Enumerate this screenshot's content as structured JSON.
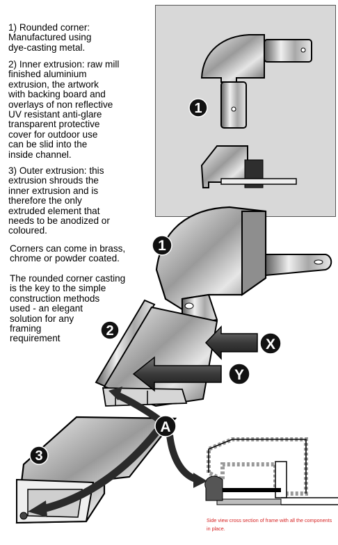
{
  "text": {
    "item1": "1) Rounded corner:\n    Manufactured using\n    dye-casting metal.",
    "item2": "2) Inner extrusion: raw mill\n    finished aluminium\n    extrusion, the artwork\n    with backing board and\n    overlays of non reflective\n    UV resistant anti-glare\n    transparent protective\n    cover for outdoor use\n    can be slid into the\n    inside channel.",
    "item3": "3) Outer extrusion: this\n    extrusion shrouds the\n    inner extrusion and is\n    therefore the only\n    extruded element that\n    needs to be anodized or\n    coloured.",
    "corners": "Corners can come in brass,\nchrome or powder coated.",
    "casting": "The rounded corner casting\nis the key to the simple\nconstruction methods\nused - an elegant\nsolution for any\nframing\nrequirement"
  },
  "callouts": {
    "one_inset": "1",
    "one_main": "1",
    "two": "2",
    "three": "3",
    "x": "X",
    "y": "Y",
    "a": "A"
  },
  "caption": "Side view cross section of frame with all the components in place.",
  "colors": {
    "caption": "#d62020",
    "inset_bg": "#d8d8d8",
    "callout_fill": "#111111"
  }
}
